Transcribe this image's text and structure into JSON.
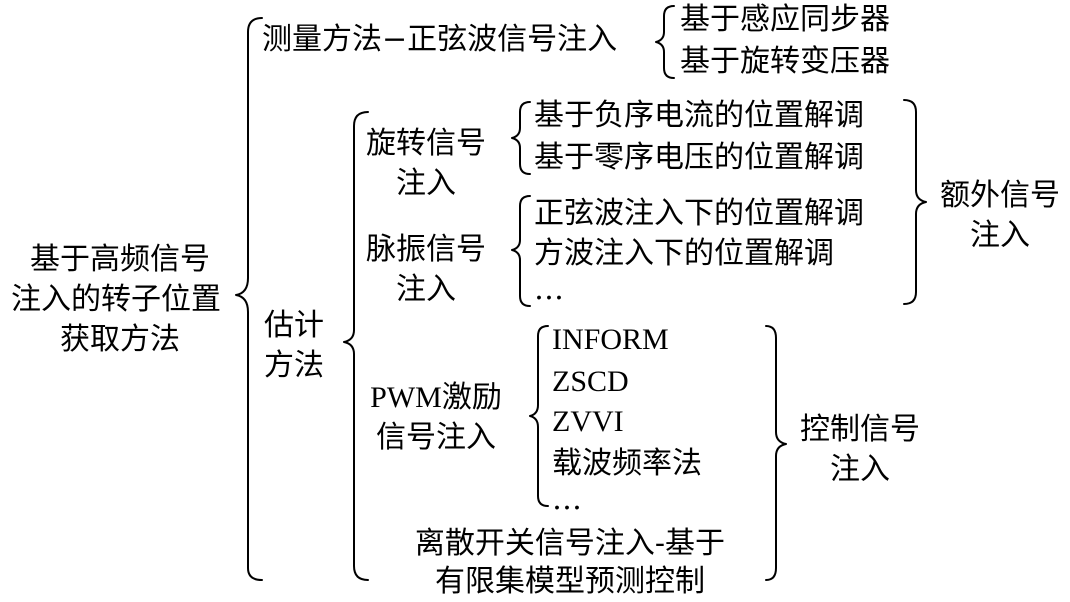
{
  "root": {
    "line1": "基于高频信号",
    "line2": "注入的转子位置",
    "line3": "获取方法"
  },
  "measure": {
    "label": "测量方法−正弦波信号注入",
    "items": [
      "基于感应同步器",
      "基于旋转变压器"
    ]
  },
  "estimate": {
    "line1": "估计",
    "line2": "方法",
    "rotating": {
      "line1": "旋转信号",
      "line2": "注入",
      "items": [
        "基于负序电流的位置解调",
        "基于零序电压的位置解调"
      ]
    },
    "pulsating": {
      "line1": "脉振信号",
      "line2": "注入",
      "items": [
        "正弦波注入下的位置解调",
        "方波注入下的位置解调",
        "…"
      ]
    },
    "extra": {
      "line1": "额外信号",
      "line2": "注入"
    },
    "pwm": {
      "line1": "PWM激励",
      "line2": "信号注入",
      "items": [
        "INFORM",
        "ZSCD",
        "ZVVI",
        "载波频率法",
        "…"
      ]
    },
    "control": {
      "line1": "控制信号",
      "line2": "注入"
    },
    "discrete": {
      "line1": "离散开关信号注入-基于",
      "line2": "有限集模型预测控制"
    }
  }
}
